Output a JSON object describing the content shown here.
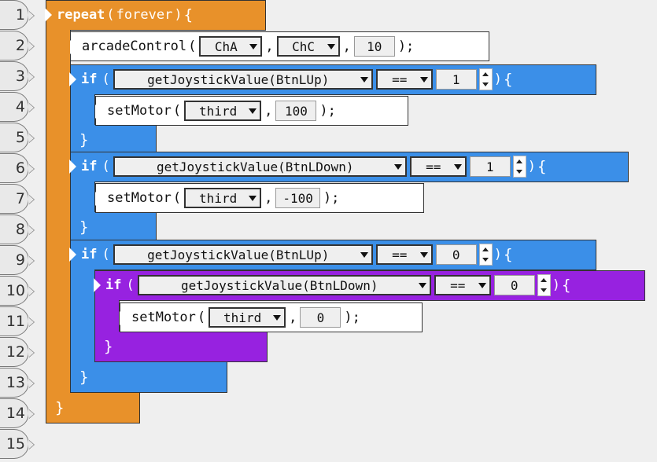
{
  "editor": {
    "language": "graphical-robotc",
    "background_color": "#efefef",
    "line_count": 15
  },
  "colors": {
    "loop_block": "#e8912a",
    "if_block": "#3b8fe8",
    "nested_if_block": "#9722e0",
    "statement_block": "#ffffff",
    "gutter": "#e9e9e9"
  },
  "gutter": {
    "lines": [
      "1",
      "2",
      "3",
      "4",
      "5",
      "6",
      "7",
      "8",
      "9",
      "10",
      "11",
      "12",
      "13",
      "14",
      "15"
    ]
  },
  "code": {
    "line1": {
      "keyword": "repeat",
      "open_paren": "(",
      "arg": "forever",
      "close_paren": ")",
      "brace": "{"
    },
    "line2": {
      "name": "arcadeControl",
      "open_paren": "(",
      "p1": "ChA",
      "comma1": ",",
      "p2": "ChC",
      "comma2": ",",
      "p3": "10",
      "close": ");"
    },
    "line3": {
      "keyword": "if",
      "open_paren": "(",
      "cond": "getJoystickValue(BtnLUp)",
      "op": "==",
      "value": "1",
      "close_paren": ")",
      "brace": "{"
    },
    "line4": {
      "name": "setMotor",
      "open_paren": "(",
      "p1": "third",
      "comma1": ",",
      "p2": "100",
      "close": ");"
    },
    "line5": {
      "brace": "}"
    },
    "line6": {
      "keyword": "if",
      "open_paren": "(",
      "cond": "getJoystickValue(BtnLDown)",
      "op": "==",
      "value": "1",
      "close_paren": ")",
      "brace": "{"
    },
    "line7": {
      "name": "setMotor",
      "open_paren": "(",
      "p1": "third",
      "comma1": ",",
      "p2": "-100",
      "close": ");"
    },
    "line8": {
      "brace": "}"
    },
    "line9": {
      "keyword": "if",
      "open_paren": "(",
      "cond": "getJoystickValue(BtnLUp)",
      "op": "==",
      "value": "0",
      "close_paren": ")",
      "brace": "{"
    },
    "line10": {
      "keyword": "if",
      "open_paren": "(",
      "cond": "getJoystickValue(BtnLDown)",
      "op": "==",
      "value": "0",
      "close_paren": ")",
      "brace": "{"
    },
    "line11": {
      "name": "setMotor",
      "open_paren": "(",
      "p1": "third",
      "comma1": ",",
      "p2": "0",
      "close": ");"
    },
    "line12": {
      "brace": "}"
    },
    "line13": {
      "brace": "}"
    },
    "line14": {
      "brace": "}"
    },
    "line15": {
      "empty": ""
    }
  }
}
